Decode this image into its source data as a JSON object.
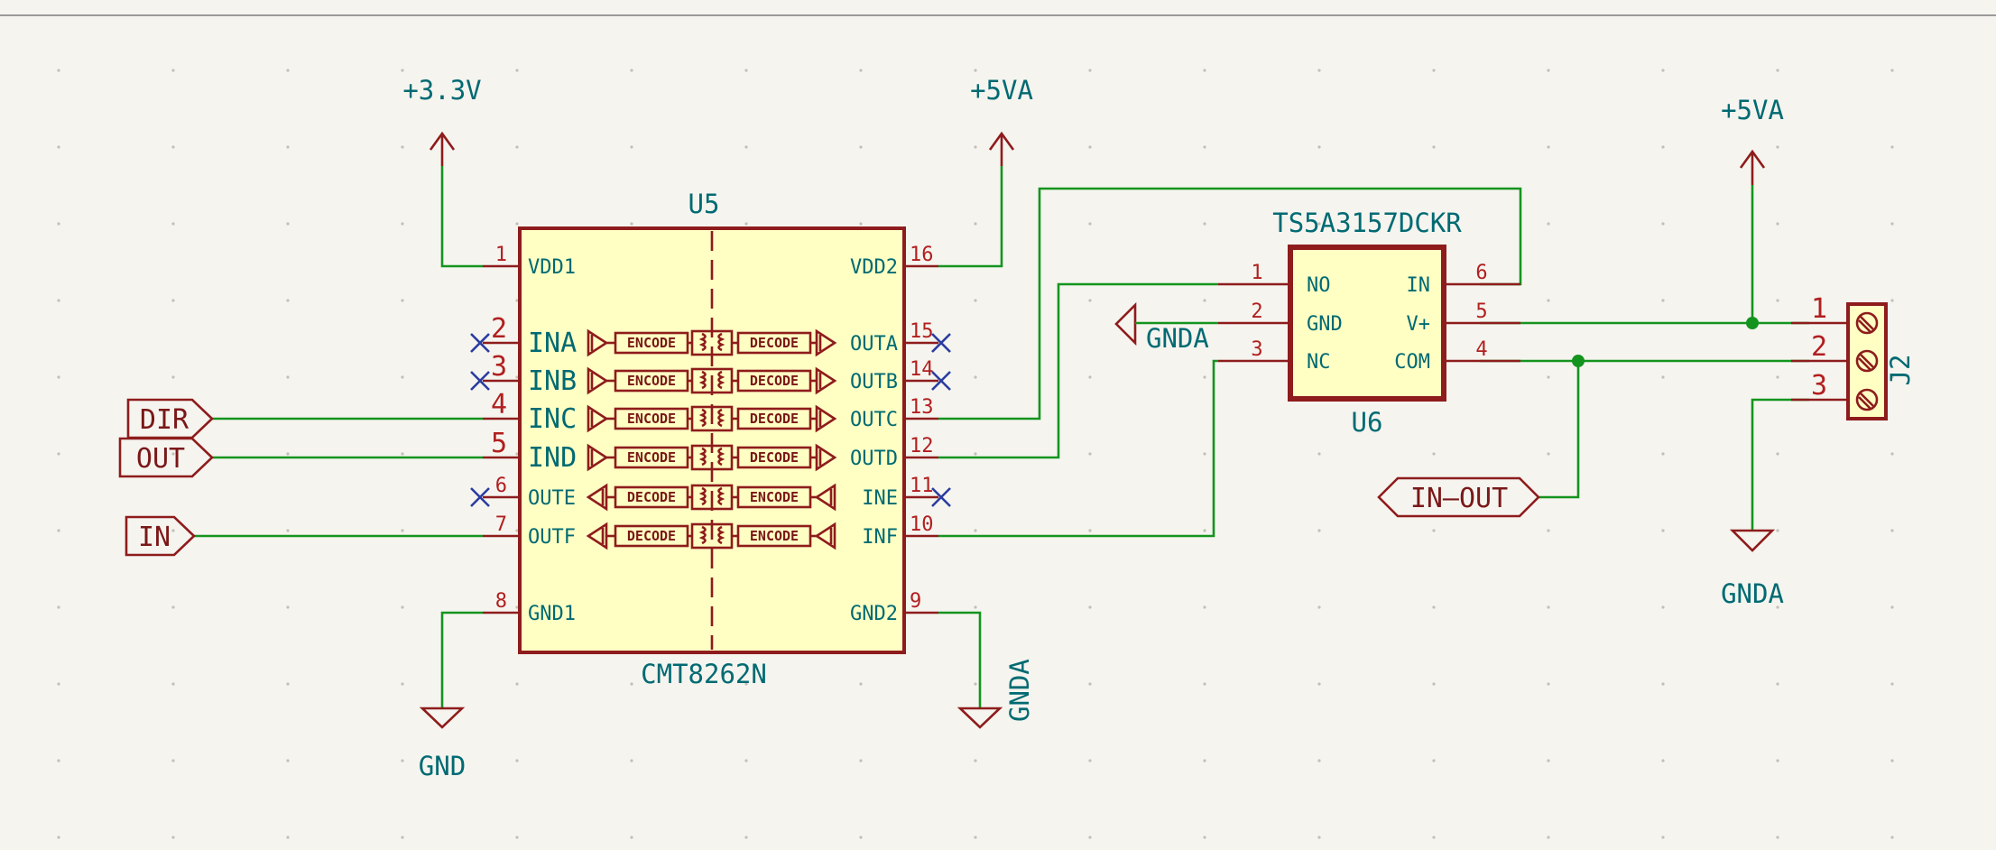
{
  "colors": {
    "background": "#f5f4ef",
    "wire": "#14941e",
    "component": "#8e1c1c",
    "component_fill": "#ffffc4",
    "reference_text": "#006a72",
    "pin_number": "#b11f1f",
    "no_connect": "#2a3ca0",
    "junction": "#14941e"
  },
  "power": {
    "v33": "+3.3V",
    "v5va_u5": "+5VA",
    "v5va_j2": "+5VA",
    "gnd_u5": "GND",
    "gnda_u5": "GNDA",
    "gnda_u6": "GNDA",
    "gnda_j2": "GNDA"
  },
  "labels": {
    "dir": "DIR",
    "out": "OUT",
    "in": "IN",
    "in_out": "IN—OUT"
  },
  "u5": {
    "ref": "U5",
    "value": "CMT8262N",
    "left_pins": [
      {
        "num": "1",
        "name": "VDD1"
      },
      {
        "num": "2",
        "name": "INA"
      },
      {
        "num": "3",
        "name": "INB"
      },
      {
        "num": "4",
        "name": "INC"
      },
      {
        "num": "5",
        "name": "IND"
      },
      {
        "num": "6",
        "name": "OUTE"
      },
      {
        "num": "7",
        "name": "OUTF"
      },
      {
        "num": "8",
        "name": "GND1"
      }
    ],
    "right_pins": [
      {
        "num": "16",
        "name": "VDD2"
      },
      {
        "num": "15",
        "name": "OUTA"
      },
      {
        "num": "14",
        "name": "OUTB"
      },
      {
        "num": "13",
        "name": "OUTC"
      },
      {
        "num": "12",
        "name": "OUTD"
      },
      {
        "num": "11",
        "name": "INE"
      },
      {
        "num": "10",
        "name": "INF"
      },
      {
        "num": "9",
        "name": "GND2"
      }
    ],
    "encode_text": "ENCODE",
    "decode_text": "DECODE"
  },
  "u6": {
    "ref": "U6",
    "value": "TS5A3157DCKR",
    "left_pins": [
      {
        "num": "1",
        "name": "NO"
      },
      {
        "num": "2",
        "name": "GND"
      },
      {
        "num": "3",
        "name": "NC"
      }
    ],
    "right_pins": [
      {
        "num": "6",
        "name": "IN"
      },
      {
        "num": "5",
        "name": "V+"
      },
      {
        "num": "4",
        "name": "COM"
      }
    ]
  },
  "j2": {
    "ref": "J2",
    "pins": [
      "1",
      "2",
      "3"
    ]
  }
}
